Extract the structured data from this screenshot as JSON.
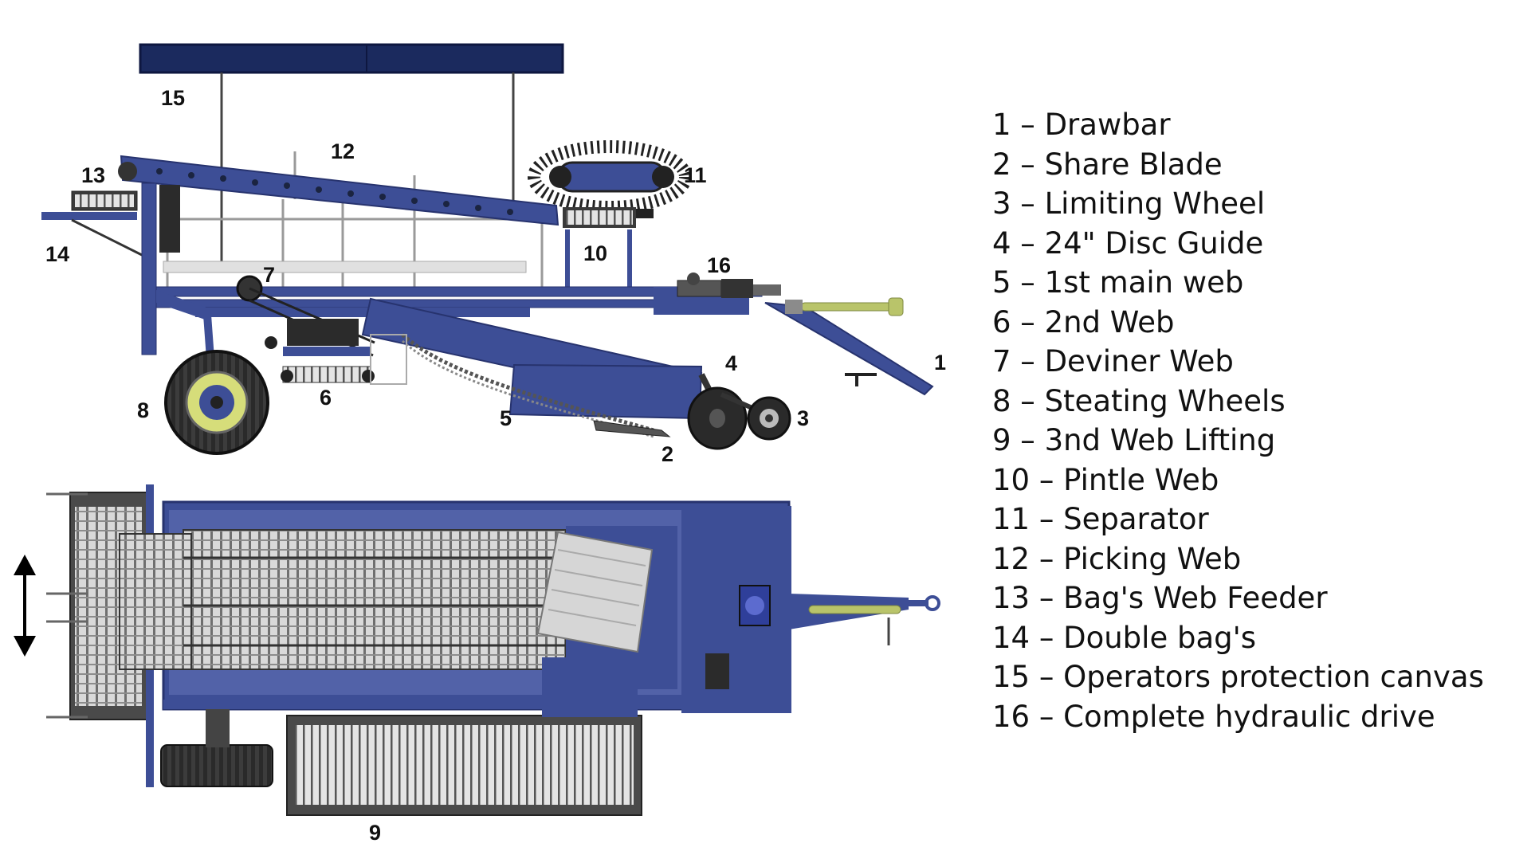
{
  "callouts": {
    "c1": "1",
    "c2": "2",
    "c3": "3",
    "c4": "4",
    "c5": "5",
    "c6": "6",
    "c7": "7",
    "c8": "8",
    "c9": "9",
    "c10": "10",
    "c11": "11",
    "c12": "12",
    "c13": "13",
    "c14": "14",
    "c15": "15",
    "c16": "16"
  },
  "legend": [
    "1 – Drawbar",
    "2 – Share Blade",
    "3 – Limiting Wheel",
    "4 – 24\" Disc Guide",
    "5 – 1st main web",
    "6 – 2nd Web",
    "7 – Deviner Web",
    "8 – Steating Wheels",
    "9 – 3nd Web Lifting",
    "10 – Pintle Web",
    "11 – Separator",
    "12 – Picking Web",
    "13 – Bag's Web Feeder",
    "14 – Double bag's",
    "15 – Operators protection canvas",
    "16 – Complete hydraulic drive"
  ],
  "colors": {
    "frame": "#3d4e96",
    "frame_dark": "#27336e",
    "canvas": "#1b2a5e",
    "tire": "#222222",
    "hub": "#c7d44a",
    "shaft": "#b9c46a",
    "web": "#9a9a9a"
  },
  "icons": [
    "double-arrow-icon"
  ]
}
